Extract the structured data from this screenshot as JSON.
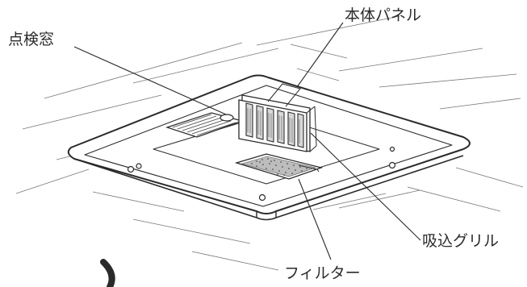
{
  "labels": {
    "inspection_window": "点検窓",
    "body_panel": "本体パネル",
    "intake_grille": "吸込グリル",
    "filter": "フィルター"
  },
  "colors": {
    "line": "#2a2a2a",
    "ceiling_grid": "#777777",
    "fill_white": "#ffffff"
  }
}
